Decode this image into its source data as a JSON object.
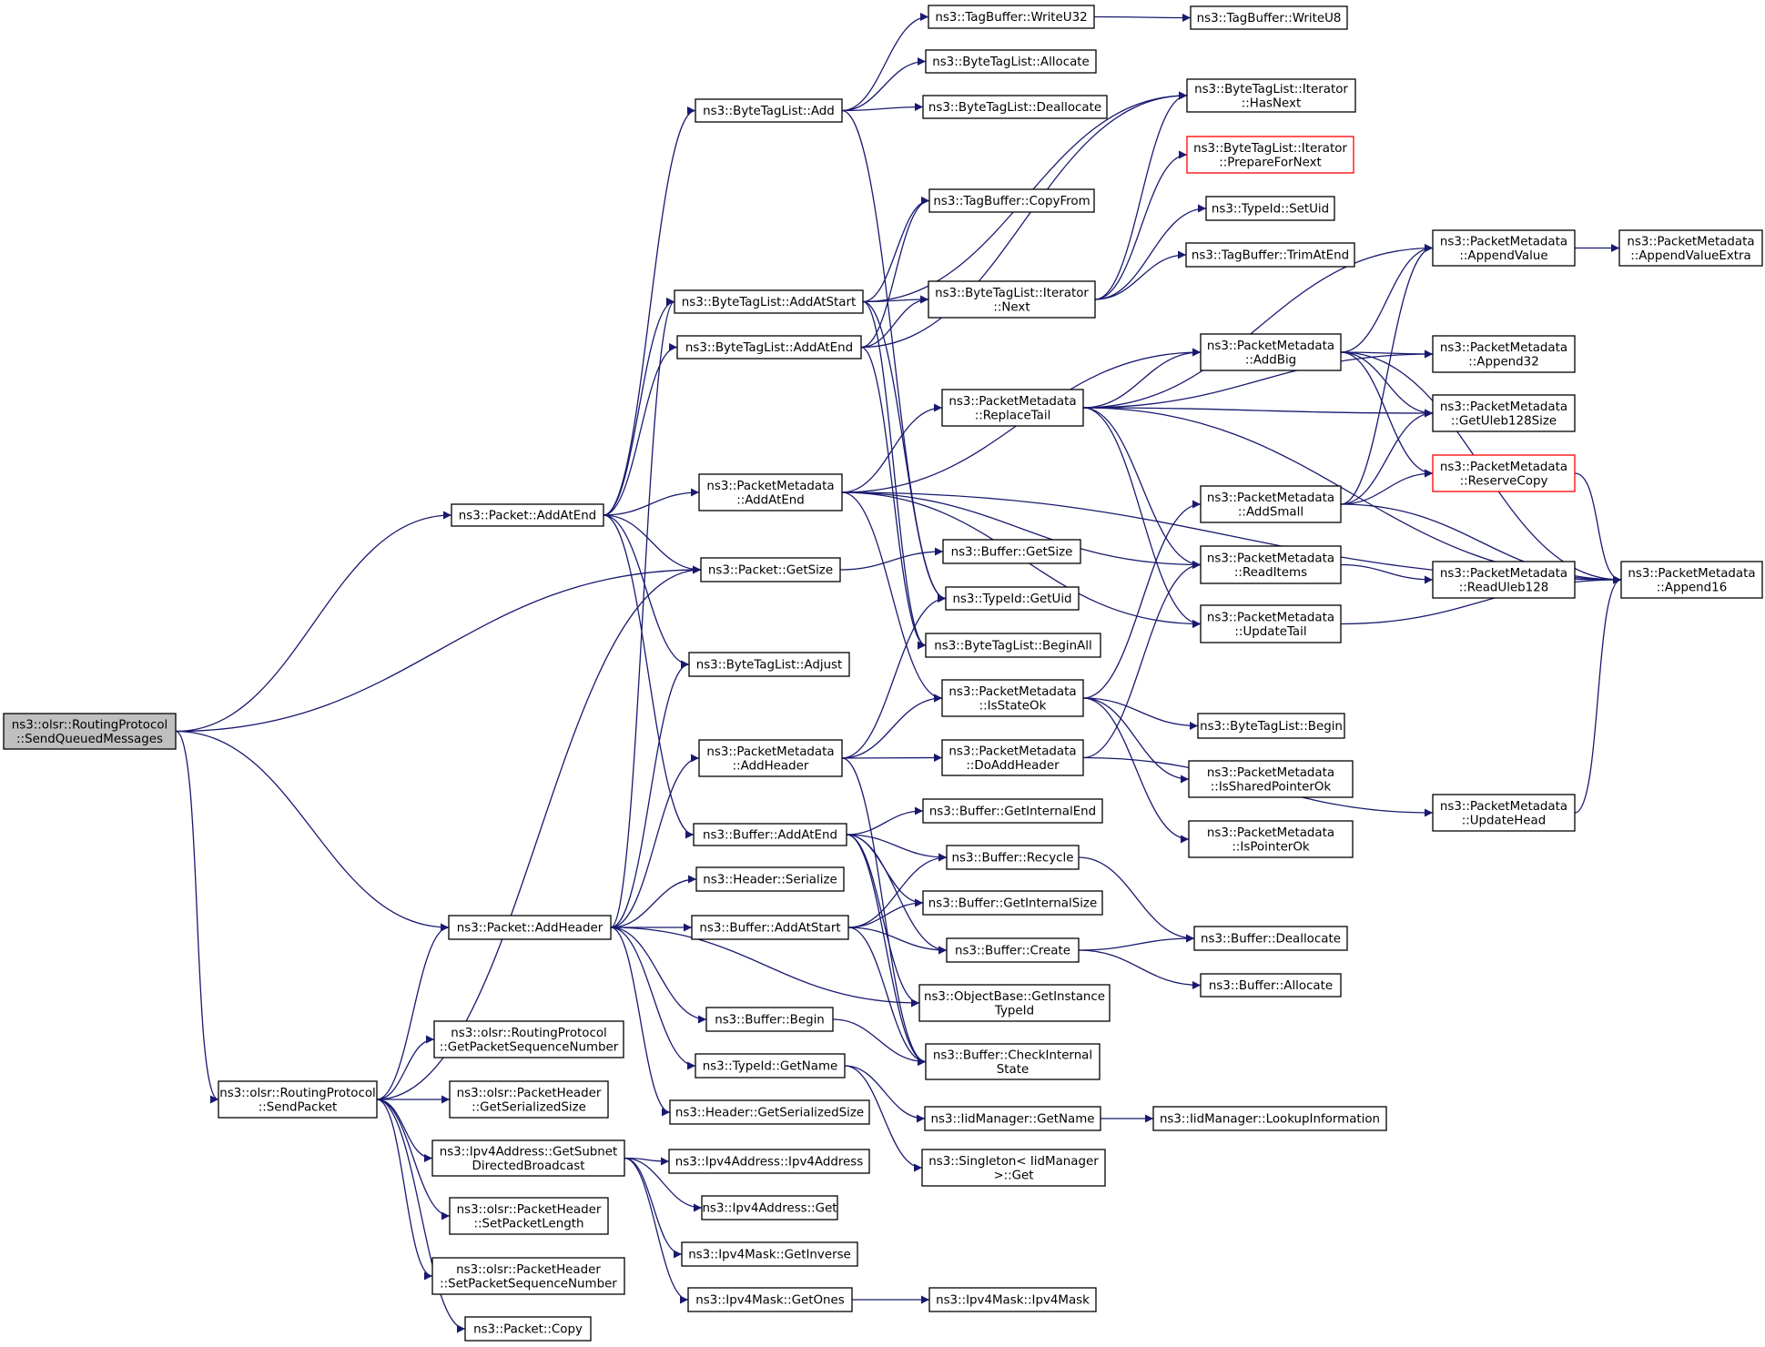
{
  "colors": {
    "edge": "#191970",
    "node_border": "#000000",
    "focus_fill": "#bfbfbf",
    "truncated_border": "#ff0000"
  },
  "nodes": {
    "n0": {
      "lines": [
        "ns3::olsr::RoutingProtocol",
        "::SendQueuedMessages"
      ],
      "style": "focus"
    },
    "n1": {
      "lines": [
        "ns3::Packet::AddAtEnd"
      ]
    },
    "n2": {
      "lines": [
        "ns3::Packet::GetSize"
      ]
    },
    "n3": {
      "lines": [
        "ns3::Packet::AddHeader"
      ]
    },
    "n4": {
      "lines": [
        "ns3::olsr::RoutingProtocol",
        "::SendPacket"
      ]
    },
    "n5": {
      "lines": [
        "ns3::ByteTagList::Add"
      ]
    },
    "n6": {
      "lines": [
        "ns3::ByteTagList::AddAtStart"
      ]
    },
    "n7": {
      "lines": [
        "ns3::ByteTagList::AddAtEnd"
      ]
    },
    "n8": {
      "lines": [
        "ns3::PacketMetadata",
        "::AddAtEnd"
      ]
    },
    "n9": {
      "lines": [
        "ns3::ByteTagList::Adjust"
      ]
    },
    "n10": {
      "lines": [
        "ns3::PacketMetadata",
        "::AddHeader"
      ]
    },
    "n11": {
      "lines": [
        "ns3::Buffer::AddAtEnd"
      ]
    },
    "n12": {
      "lines": [
        "ns3::Header::Serialize"
      ]
    },
    "n13": {
      "lines": [
        "ns3::Buffer::AddAtStart"
      ]
    },
    "n14": {
      "lines": [
        "ns3::Buffer::Begin"
      ]
    },
    "n15": {
      "lines": [
        "ns3::TypeId::GetName"
      ]
    },
    "n16": {
      "lines": [
        "ns3::Header::GetSerializedSize"
      ]
    },
    "n17": {
      "lines": [
        "ns3::olsr::RoutingProtocol",
        "::GetPacketSequenceNumber"
      ]
    },
    "n18": {
      "lines": [
        "ns3::olsr::PacketHeader",
        "::GetSerializedSize"
      ]
    },
    "n19": {
      "lines": [
        "ns3::Ipv4Address::GetSubnet",
        "DirectedBroadcast"
      ]
    },
    "n20": {
      "lines": [
        "ns3::olsr::PacketHeader",
        "::SetPacketLength"
      ]
    },
    "n21": {
      "lines": [
        "ns3::olsr::PacketHeader",
        "::SetPacketSequenceNumber"
      ]
    },
    "n22": {
      "lines": [
        "ns3::Packet::Copy"
      ]
    },
    "n23": {
      "lines": [
        "ns3::Ipv4Address::Ipv4Address"
      ]
    },
    "n24": {
      "lines": [
        "ns3::Ipv4Address::Get"
      ]
    },
    "n25": {
      "lines": [
        "ns3::Ipv4Mask::GetInverse"
      ]
    },
    "n26": {
      "lines": [
        "ns3::Ipv4Mask::GetOnes"
      ]
    },
    "n27": {
      "lines": [
        "ns3::TagBuffer::WriteU32"
      ]
    },
    "n28": {
      "lines": [
        "ns3::ByteTagList::Allocate"
      ]
    },
    "n29": {
      "lines": [
        "ns3::ByteTagList::Deallocate"
      ]
    },
    "n30": {
      "lines": [
        "ns3::TagBuffer::CopyFrom"
      ]
    },
    "n31": {
      "lines": [
        "ns3::ByteTagList::Iterator",
        "::Next"
      ]
    },
    "n32": {
      "lines": [
        "ns3::PacketMetadata",
        "::ReplaceTail"
      ]
    },
    "n33": {
      "lines": [
        "ns3::Buffer::GetSize"
      ]
    },
    "n34": {
      "lines": [
        "ns3::TypeId::GetUid"
      ]
    },
    "n35": {
      "lines": [
        "ns3::ByteTagList::BeginAll"
      ]
    },
    "n36": {
      "lines": [
        "ns3::PacketMetadata",
        "::IsStateOk"
      ]
    },
    "n37": {
      "lines": [
        "ns3::PacketMetadata",
        "::DoAddHeader"
      ]
    },
    "n38": {
      "lines": [
        "ns3::Buffer::GetInternalEnd"
      ]
    },
    "n39": {
      "lines": [
        "ns3::Buffer::Recycle"
      ]
    },
    "n40": {
      "lines": [
        "ns3::Buffer::GetInternalSize"
      ]
    },
    "n41": {
      "lines": [
        "ns3::Buffer::Create"
      ]
    },
    "n42": {
      "lines": [
        "ns3::ObjectBase::GetInstance",
        "TypeId"
      ]
    },
    "n43": {
      "lines": [
        "ns3::Buffer::CheckInternal",
        "State"
      ]
    },
    "n44": {
      "lines": [
        "ns3::IidManager::GetName"
      ]
    },
    "n45": {
      "lines": [
        "ns3::Singleton< IidManager",
        ">::Get"
      ]
    },
    "n46": {
      "lines": [
        "ns3::Ipv4Mask::Ipv4Mask"
      ]
    },
    "n47": {
      "lines": [
        "ns3::TagBuffer::WriteU8"
      ]
    },
    "n48": {
      "lines": [
        "ns3::ByteTagList::Iterator",
        "::HasNext"
      ]
    },
    "n49": {
      "lines": [
        "ns3::ByteTagList::Iterator",
        "::PrepareForNext"
      ],
      "style": "truncated"
    },
    "n50": {
      "lines": [
        "ns3::TypeId::SetUid"
      ]
    },
    "n51": {
      "lines": [
        "ns3::TagBuffer::TrimAtEnd"
      ]
    },
    "n52": {
      "lines": [
        "ns3::PacketMetadata",
        "::AddBig"
      ]
    },
    "n53": {
      "lines": [
        "ns3::PacketMetadata",
        "::AddSmall"
      ]
    },
    "n54": {
      "lines": [
        "ns3::PacketMetadata",
        "::ReadItems"
      ]
    },
    "n55": {
      "lines": [
        "ns3::PacketMetadata",
        "::UpdateTail"
      ]
    },
    "n56": {
      "lines": [
        "ns3::ByteTagList::Begin"
      ]
    },
    "n57": {
      "lines": [
        "ns3::PacketMetadata",
        "::IsSharedPointerOk"
      ]
    },
    "n58": {
      "lines": [
        "ns3::PacketMetadata",
        "::IsPointerOk"
      ]
    },
    "n59": {
      "lines": [
        "ns3::Buffer::Deallocate"
      ]
    },
    "n60": {
      "lines": [
        "ns3::Buffer::Allocate"
      ]
    },
    "n61": {
      "lines": [
        "ns3::IidManager::LookupInformation"
      ]
    },
    "n62": {
      "lines": [
        "ns3::PacketMetadata",
        "::AppendValue"
      ]
    },
    "n63": {
      "lines": [
        "ns3::PacketMetadata",
        "::Append32"
      ]
    },
    "n64": {
      "lines": [
        "ns3::PacketMetadata",
        "::GetUleb128Size"
      ]
    },
    "n65": {
      "lines": [
        "ns3::PacketMetadata",
        "::ReserveCopy"
      ],
      "style": "truncated"
    },
    "n66": {
      "lines": [
        "ns3::PacketMetadata",
        "::ReadUleb128"
      ]
    },
    "n67": {
      "lines": [
        "ns3::PacketMetadata",
        "::UpdateHead"
      ]
    },
    "n68": {
      "lines": [
        "ns3::PacketMetadata",
        "::AppendValueExtra"
      ]
    },
    "n69": {
      "lines": [
        "ns3::PacketMetadata",
        "::Append16"
      ]
    }
  },
  "edges": [
    [
      "n0",
      "n1"
    ],
    [
      "n0",
      "n2"
    ],
    [
      "n0",
      "n3"
    ],
    [
      "n0",
      "n4"
    ],
    [
      "n1",
      "n5"
    ],
    [
      "n1",
      "n6"
    ],
    [
      "n1",
      "n7"
    ],
    [
      "n1",
      "n8"
    ],
    [
      "n1",
      "n2"
    ],
    [
      "n1",
      "n9"
    ],
    [
      "n1",
      "n11"
    ],
    [
      "n3",
      "n6"
    ],
    [
      "n3",
      "n9"
    ],
    [
      "n3",
      "n10"
    ],
    [
      "n3",
      "n12"
    ],
    [
      "n3",
      "n13"
    ],
    [
      "n3",
      "n14"
    ],
    [
      "n3",
      "n15"
    ],
    [
      "n3",
      "n16"
    ],
    [
      "n3",
      "n42"
    ],
    [
      "n4",
      "n2"
    ],
    [
      "n4",
      "n3"
    ],
    [
      "n4",
      "n17"
    ],
    [
      "n4",
      "n18"
    ],
    [
      "n4",
      "n19"
    ],
    [
      "n4",
      "n20"
    ],
    [
      "n4",
      "n21"
    ],
    [
      "n4",
      "n22"
    ],
    [
      "n19",
      "n23"
    ],
    [
      "n19",
      "n24"
    ],
    [
      "n19",
      "n25"
    ],
    [
      "n19",
      "n26"
    ],
    [
      "n26",
      "n46"
    ],
    [
      "n5",
      "n27"
    ],
    [
      "n5",
      "n28"
    ],
    [
      "n5",
      "n29"
    ],
    [
      "n5",
      "n34"
    ],
    [
      "n27",
      "n47"
    ],
    [
      "n6",
      "n48"
    ],
    [
      "n6",
      "n30"
    ],
    [
      "n6",
      "n31"
    ],
    [
      "n6",
      "n34"
    ],
    [
      "n6",
      "n35"
    ],
    [
      "n7",
      "n30"
    ],
    [
      "n7",
      "n31"
    ],
    [
      "n7",
      "n48"
    ],
    [
      "n7",
      "n35"
    ],
    [
      "n31",
      "n48"
    ],
    [
      "n31",
      "n49"
    ],
    [
      "n31",
      "n50"
    ],
    [
      "n31",
      "n51"
    ],
    [
      "n8",
      "n52"
    ],
    [
      "n8",
      "n32"
    ],
    [
      "n8",
      "n54"
    ],
    [
      "n8",
      "n55"
    ],
    [
      "n8",
      "n36"
    ],
    [
      "n8",
      "n69"
    ],
    [
      "n32",
      "n62"
    ],
    [
      "n32",
      "n52"
    ],
    [
      "n32",
      "n63"
    ],
    [
      "n32",
      "n64"
    ],
    [
      "n32",
      "n54"
    ],
    [
      "n32",
      "n55"
    ],
    [
      "n32",
      "n69"
    ],
    [
      "n52",
      "n62"
    ],
    [
      "n52",
      "n63"
    ],
    [
      "n52",
      "n64"
    ],
    [
      "n52",
      "n65"
    ],
    [
      "n52",
      "n69"
    ],
    [
      "n53",
      "n62"
    ],
    [
      "n53",
      "n64"
    ],
    [
      "n53",
      "n65"
    ],
    [
      "n53",
      "n69"
    ],
    [
      "n54",
      "n66"
    ],
    [
      "n55",
      "n69"
    ],
    [
      "n62",
      "n68"
    ],
    [
      "n65",
      "n69"
    ],
    [
      "n67",
      "n69"
    ],
    [
      "n10",
      "n36"
    ],
    [
      "n10",
      "n37"
    ],
    [
      "n10",
      "n34"
    ],
    [
      "n10",
      "n43"
    ],
    [
      "n36",
      "n53"
    ],
    [
      "n36",
      "n57"
    ],
    [
      "n36",
      "n58"
    ],
    [
      "n36",
      "n56"
    ],
    [
      "n37",
      "n54"
    ],
    [
      "n37",
      "n67"
    ],
    [
      "n2",
      "n33"
    ],
    [
      "n11",
      "n38"
    ],
    [
      "n11",
      "n39"
    ],
    [
      "n11",
      "n40"
    ],
    [
      "n11",
      "n41"
    ],
    [
      "n11",
      "n42"
    ],
    [
      "n11",
      "n43"
    ],
    [
      "n13",
      "n39"
    ],
    [
      "n13",
      "n40"
    ],
    [
      "n13",
      "n41"
    ],
    [
      "n13",
      "n43"
    ],
    [
      "n39",
      "n59"
    ],
    [
      "n41",
      "n59"
    ],
    [
      "n41",
      "n60"
    ],
    [
      "n14",
      "n43"
    ],
    [
      "n15",
      "n44"
    ],
    [
      "n15",
      "n45"
    ],
    [
      "n44",
      "n61"
    ]
  ]
}
